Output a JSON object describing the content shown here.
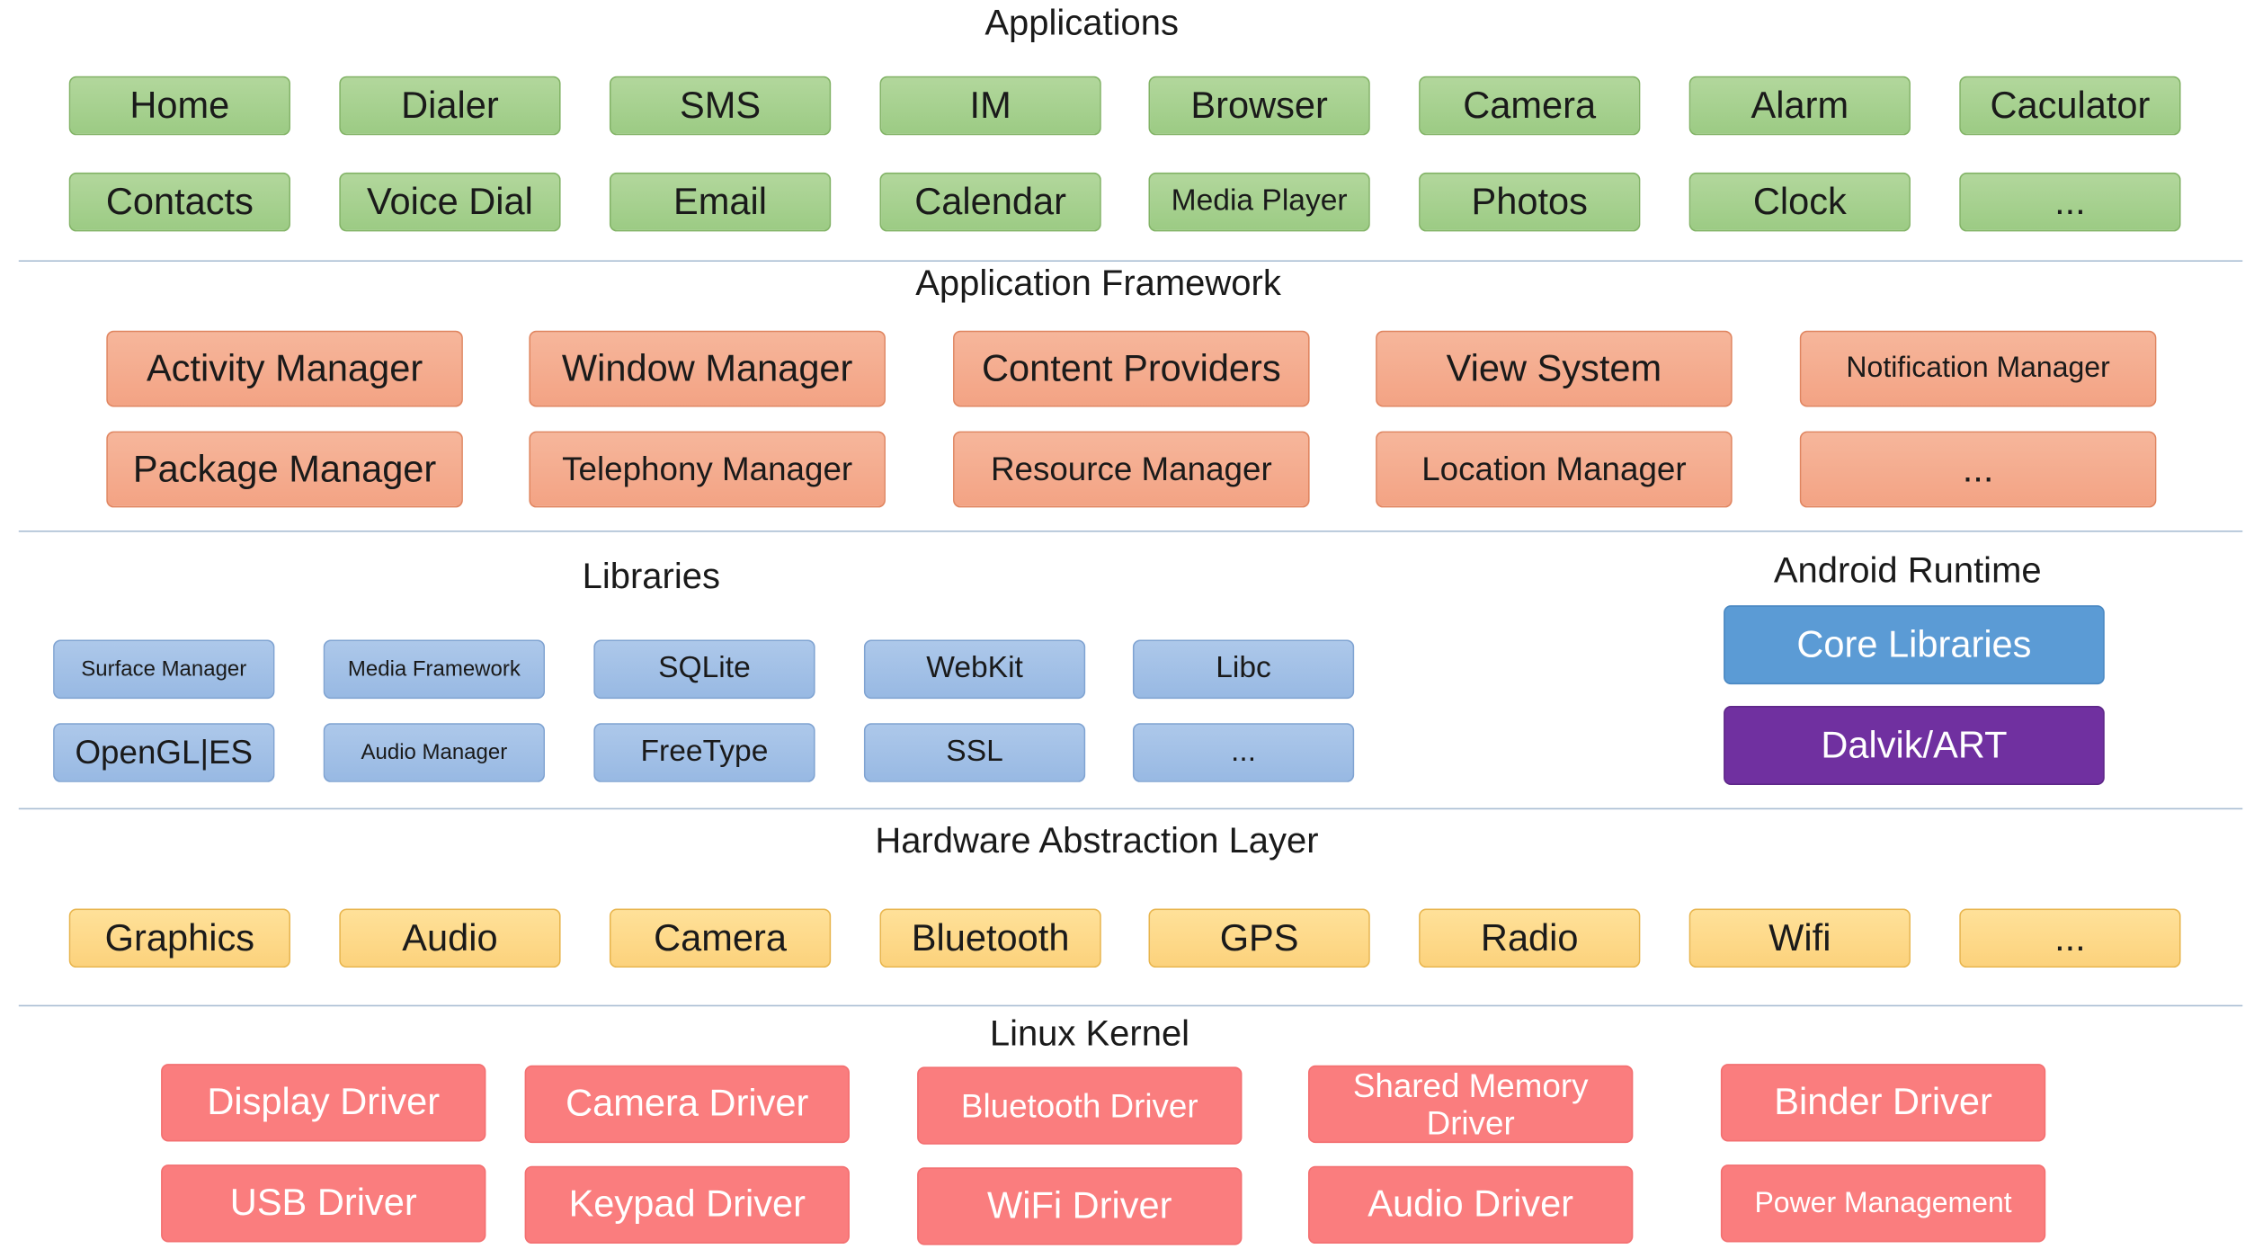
{
  "applications": {
    "title": "Applications",
    "items": [
      "Home",
      "Dialer",
      "SMS",
      "IM",
      "Browser",
      "Camera",
      "Alarm",
      "Caculator",
      "Contacts",
      "Voice Dial",
      "Email",
      "Calendar",
      "Media Player",
      "Photos",
      "Clock",
      "..."
    ]
  },
  "framework": {
    "title": "Application Framework",
    "items": [
      "Activity Manager",
      "Window Manager",
      "Content Providers",
      "View System",
      "Notification Manager",
      "Package Manager",
      "Telephony Manager",
      "Resource Manager",
      "Location Manager",
      "..."
    ]
  },
  "libraries": {
    "title": "Libraries",
    "items": [
      "Surface Manager",
      "Media Framework",
      "SQLite",
      "WebKit",
      "Libc",
      "OpenGL|ES",
      "Audio Manager",
      "FreeType",
      "SSL",
      "..."
    ]
  },
  "runtime": {
    "title": "Android Runtime",
    "items": [
      "Core Libraries",
      "Dalvik/ART"
    ]
  },
  "hal": {
    "title": "Hardware Abstraction Layer",
    "items": [
      "Graphics",
      "Audio",
      "Camera",
      "Bluetooth",
      "GPS",
      "Radio",
      "Wifi",
      "..."
    ]
  },
  "kernel": {
    "title": "Linux Kernel",
    "items": [
      "Display Driver",
      "Camera Driver",
      "Bluetooth Driver",
      "Shared Memory Driver",
      "Binder Driver",
      "USB Driver",
      "Keypad Driver",
      "WiFi Driver",
      "Audio Driver",
      "Power Management"
    ]
  }
}
